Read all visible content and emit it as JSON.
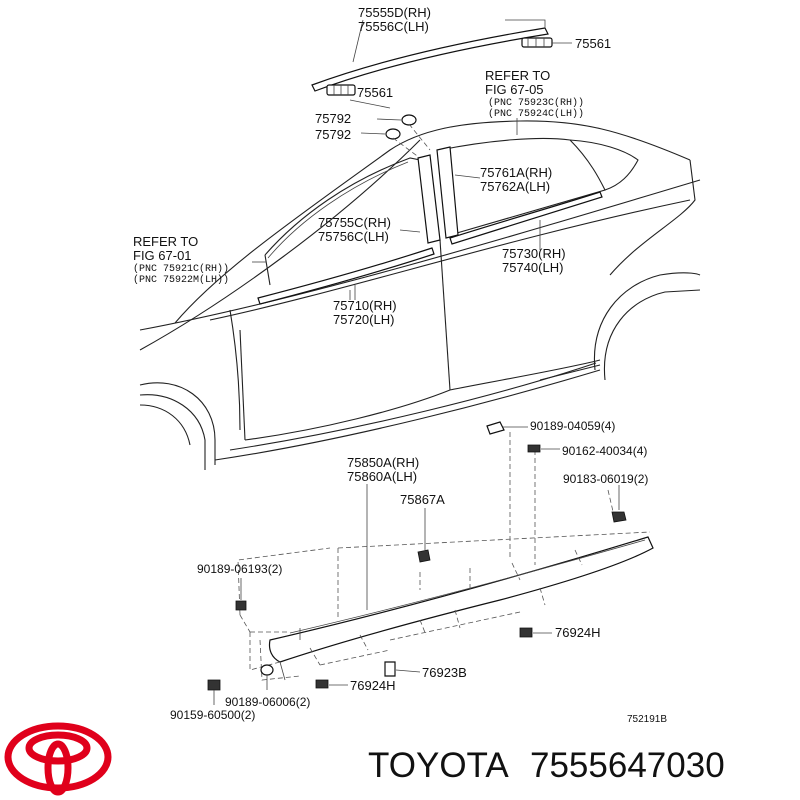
{
  "callouts": [
    {
      "id": "c1",
      "lines": [
        "75555D(RH)",
        "75556C(LH)"
      ]
    },
    {
      "id": "c2",
      "lines": [
        "75561"
      ]
    },
    {
      "id": "c3",
      "lines": [
        "75561"
      ]
    },
    {
      "id": "c4",
      "lines": [
        "75792"
      ]
    },
    {
      "id": "c5",
      "lines": [
        "75792"
      ]
    },
    {
      "id": "c6",
      "lines": [
        "REFER TO",
        "FIG 67-05"
      ]
    },
    {
      "id": "c7",
      "lines": [
        "(PNC 75923C(RH))",
        "(PNC 75924C(LH))"
      ],
      "mono": true
    },
    {
      "id": "c8",
      "lines": [
        "75761A(RH)",
        "75762A(LH)"
      ]
    },
    {
      "id": "c9",
      "lines": [
        "75755C(RH)",
        "75756C(LH)"
      ]
    },
    {
      "id": "c10",
      "lines": [
        "REFER TO",
        "FIG 67-01"
      ]
    },
    {
      "id": "c11",
      "lines": [
        "(PNC 75921C(RH))",
        "(PNC 75922M(LH))"
      ],
      "mono": true
    },
    {
      "id": "c12",
      "lines": [
        "75730(RH)",
        "75740(LH)"
      ]
    },
    {
      "id": "c13",
      "lines": [
        "75710(RH)",
        "75720(LH)"
      ]
    },
    {
      "id": "c14",
      "lines": [
        "90189-04059(4)"
      ]
    },
    {
      "id": "c15",
      "lines": [
        "90162-40034(4)"
      ]
    },
    {
      "id": "c16",
      "lines": [
        "75850A(RH)",
        "75860A(LH)"
      ]
    },
    {
      "id": "c17",
      "lines": [
        "90183-06019(2)"
      ]
    },
    {
      "id": "c18",
      "lines": [
        "75867A"
      ]
    },
    {
      "id": "c19",
      "lines": [
        "90189-06193(2)"
      ]
    },
    {
      "id": "c20",
      "lines": [
        "76924H"
      ]
    },
    {
      "id": "c21",
      "lines": [
        "76923B"
      ]
    },
    {
      "id": "c22",
      "lines": [
        "76924H"
      ]
    },
    {
      "id": "c23",
      "lines": [
        "90189-06006(2)"
      ]
    },
    {
      "id": "c24",
      "lines": [
        "90159-60500(2)"
      ]
    },
    {
      "id": "c25",
      "lines": [
        "752191B"
      ]
    }
  ],
  "brand": {
    "name": "TOYOTA",
    "part_number": "7555647030",
    "logo_color": "#e0001b",
    "logo_icon": "toyota-logo-icon"
  }
}
